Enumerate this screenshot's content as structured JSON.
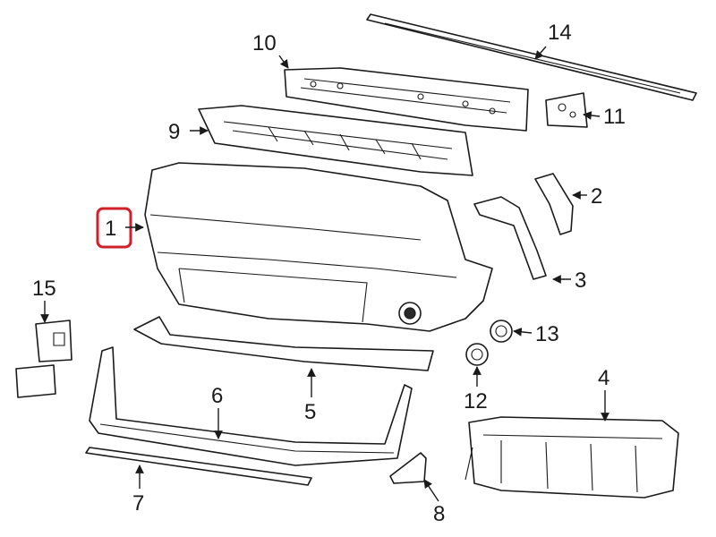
{
  "callouts": [
    {
      "id": "1",
      "label": "1",
      "highlighted": true
    },
    {
      "id": "2",
      "label": "2"
    },
    {
      "id": "3",
      "label": "3"
    },
    {
      "id": "4",
      "label": "4"
    },
    {
      "id": "5",
      "label": "5"
    },
    {
      "id": "6",
      "label": "6"
    },
    {
      "id": "7",
      "label": "7"
    },
    {
      "id": "8",
      "label": "8"
    },
    {
      "id": "9",
      "label": "9"
    },
    {
      "id": "10",
      "label": "10"
    },
    {
      "id": "11",
      "label": "11"
    },
    {
      "id": "12",
      "label": "12"
    },
    {
      "id": "13",
      "label": "13"
    },
    {
      "id": "14",
      "label": "14"
    },
    {
      "id": "15",
      "label": "15"
    }
  ],
  "colors": {
    "line": "#1a1a1a",
    "highlight": "#d0202a",
    "background": "#ffffff"
  }
}
